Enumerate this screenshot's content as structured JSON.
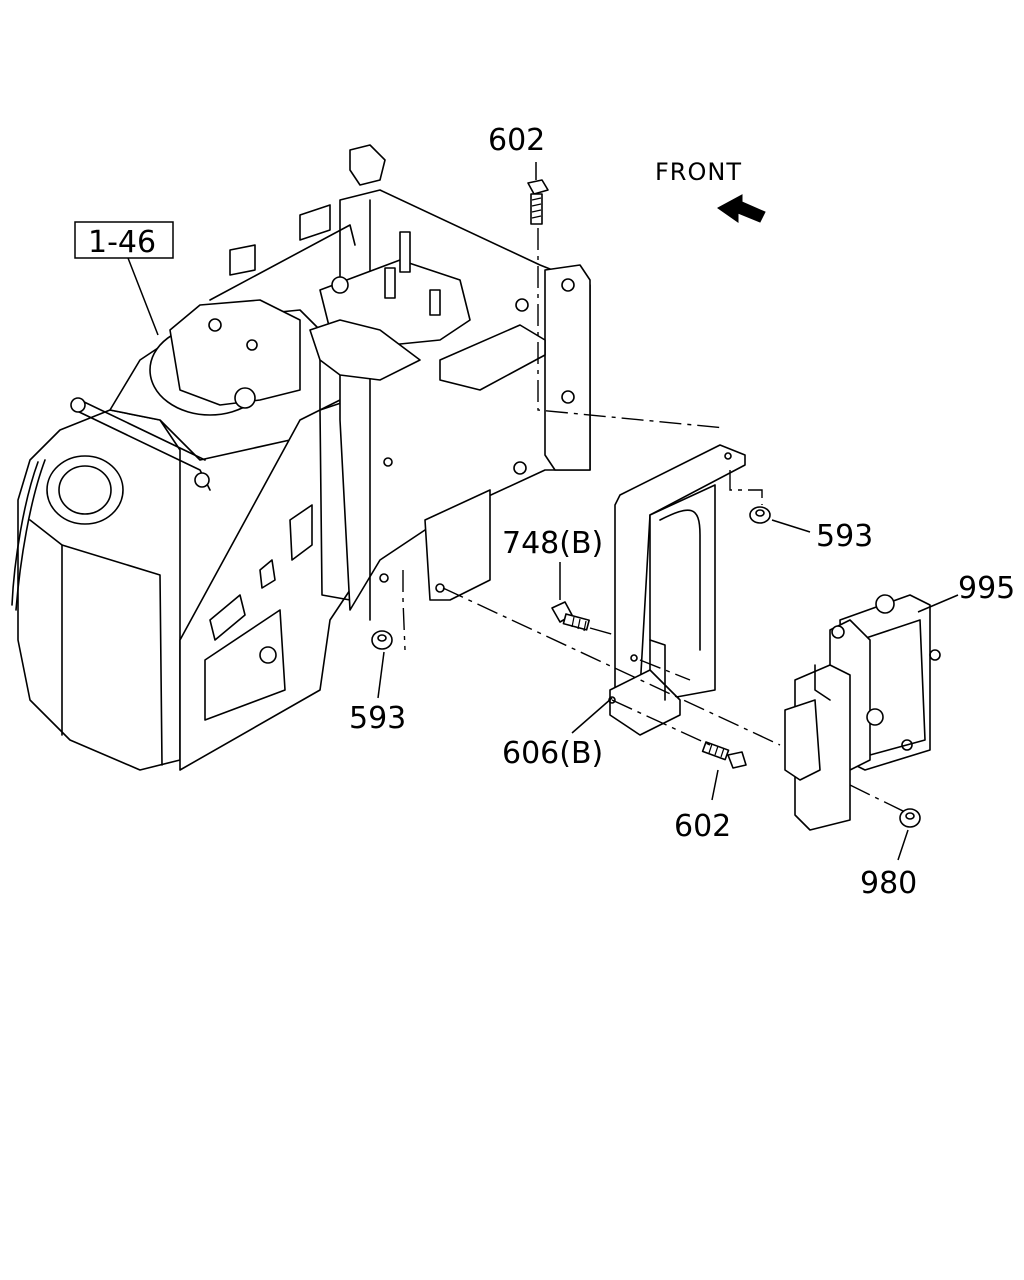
{
  "diagram": {
    "front_label": "FRONT",
    "callouts": [
      {
        "id": "ref-1-46",
        "text": "1-46",
        "boxed": true
      },
      {
        "id": "602-top",
        "text": "602"
      },
      {
        "id": "593-right",
        "text": "593"
      },
      {
        "id": "995",
        "text": "995"
      },
      {
        "id": "748b",
        "text": "748(B)"
      },
      {
        "id": "593-left",
        "text": "593"
      },
      {
        "id": "606b",
        "text": "606(B)"
      },
      {
        "id": "602-bottom",
        "text": "602"
      },
      {
        "id": "980",
        "text": "980"
      }
    ]
  }
}
